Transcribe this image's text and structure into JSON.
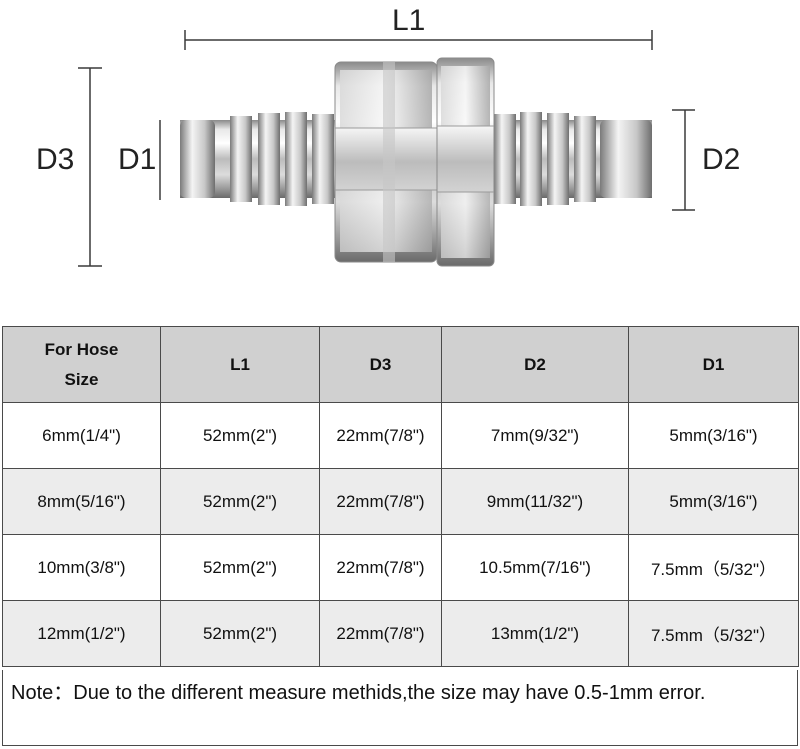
{
  "diagram": {
    "labels": {
      "l1": "L1",
      "d3": "D3",
      "d1": "D1",
      "d2": "D2"
    },
    "line_color": "#3a3a3a"
  },
  "table": {
    "headers": [
      "For Hose Size",
      "L1",
      "D3",
      "D2",
      "D1"
    ],
    "rows": [
      [
        "6mm(1/4\")",
        "52mm(2\")",
        "22mm(7/8\")",
        "7mm(9/32\")",
        "5mm(3/16\")"
      ],
      [
        "8mm(5/16\")",
        "52mm(2\")",
        "22mm(7/8\")",
        "9mm(11/32\")",
        "5mm(3/16\")"
      ],
      [
        "10mm(3/8\")",
        "52mm(2\")",
        "22mm(7/8\")",
        "10.5mm(7/16\")",
        "7.5mm（5/32\"）"
      ],
      [
        "12mm(1/2\")",
        "52mm(2\")",
        "22mm(7/8\")",
        "13mm(1/2\")",
        "7.5mm（5/32\"）"
      ]
    ],
    "header_bg": "#d0d0d0",
    "shade_bg": "#ececec"
  },
  "note": "Note：Due to the different measure methids,the size may have 0.5-1mm error."
}
